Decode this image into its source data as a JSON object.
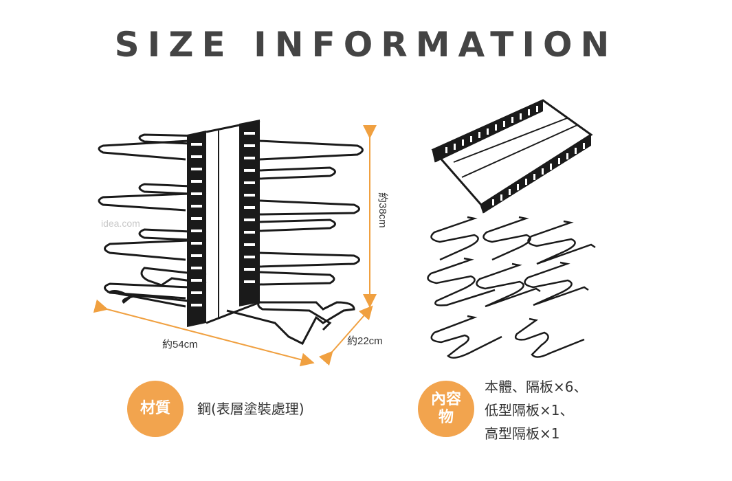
{
  "title": "SIZE INFORMATION",
  "dimensions": {
    "height": "約38cm",
    "width": "約54cm",
    "depth": "約22cm"
  },
  "watermark": "idea.com",
  "material": {
    "badge": "材質",
    "value": "鋼(表層塗裝處理)"
  },
  "contents": {
    "badge_line1": "內容",
    "badge_line2": "物",
    "lines": [
      "本體、隔板×6、",
      "低型隔板×1、",
      "高型隔板×1"
    ]
  },
  "colors": {
    "accent": "#f2a44e",
    "dimension_arrow": "#f0a040",
    "product": "#1a1a1a"
  }
}
